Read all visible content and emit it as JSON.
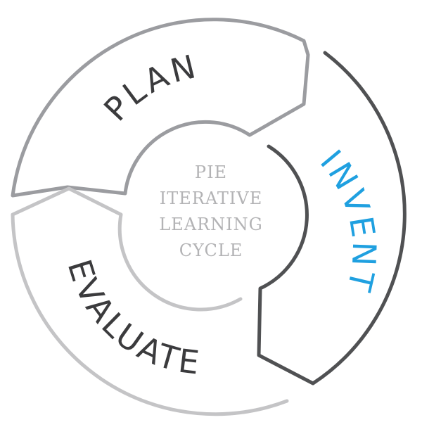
{
  "segments": [
    {
      "label": "PLAN",
      "color": "#9b9ca0"
    },
    {
      "label": "INVENT",
      "color": "#1fa0e0"
    },
    {
      "label": "EVALUATE",
      "color": "#3b3b3d"
    }
  ],
  "center": {
    "line1": "PIE",
    "line2": "ITERATIVE",
    "line3": "LEARNING",
    "line4": "CYCLE",
    "color": "#b3b3b5"
  },
  "strokes": {
    "plan": "#9b9ca0",
    "invent": "#505153",
    "evaluate": "#c4c4c6"
  },
  "label_colors": {
    "plan": "#3b3b3d",
    "invent": "#1fa0e0",
    "evaluate": "#3b3b3d"
  }
}
